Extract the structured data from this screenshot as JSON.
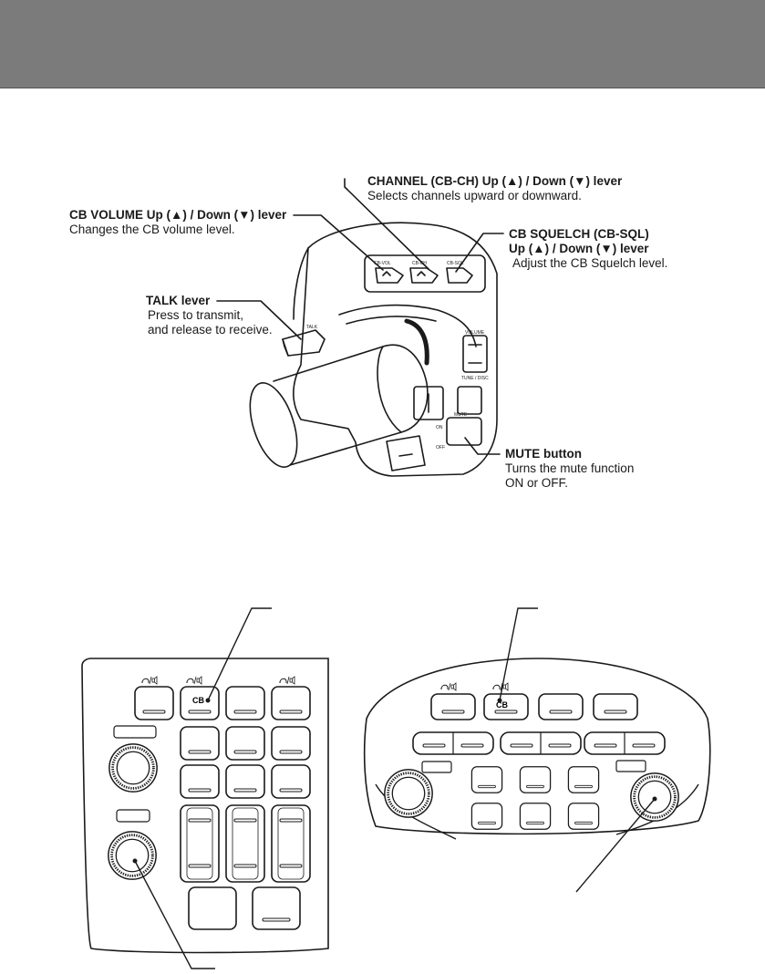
{
  "labels": {
    "channel": {
      "title": "CHANNEL (CB-CH) Up (▲) / Down (▼) lever",
      "desc": "Selects channels upward or downward."
    },
    "volume": {
      "title": "CB VOLUME Up (▲) / Down (▼) lever",
      "desc": "Changes the CB volume level."
    },
    "squelch": {
      "title_line1": "CB SQUELCH (CB-SQL)",
      "title_line2": "Up (▲) / Down (▼) lever",
      "desc": "Adjust the CB Squelch level."
    },
    "talk": {
      "title": "TALK lever",
      "desc_line1": "Press to transmit,",
      "desc_line2": "and release to receive."
    },
    "mute": {
      "title": "MUTE button",
      "desc_line1": "Turns the mute function",
      "desc_line2": "ON or OFF."
    }
  },
  "switch_housing_markings": {
    "cb_vol": "CB-VOL",
    "cb_ch": "CB-CH",
    "cb_sql": "CB-SQL",
    "talk": "TALK",
    "volume": "VOLUME",
    "tune_disc": "TUNE / DISC",
    "mute": "MUTE",
    "on": "ON",
    "off": "OFF"
  },
  "panels": {
    "left_cb_label": "CB",
    "right_cb_label": "CB",
    "audio_icon": "headphone-speaker-icon"
  }
}
